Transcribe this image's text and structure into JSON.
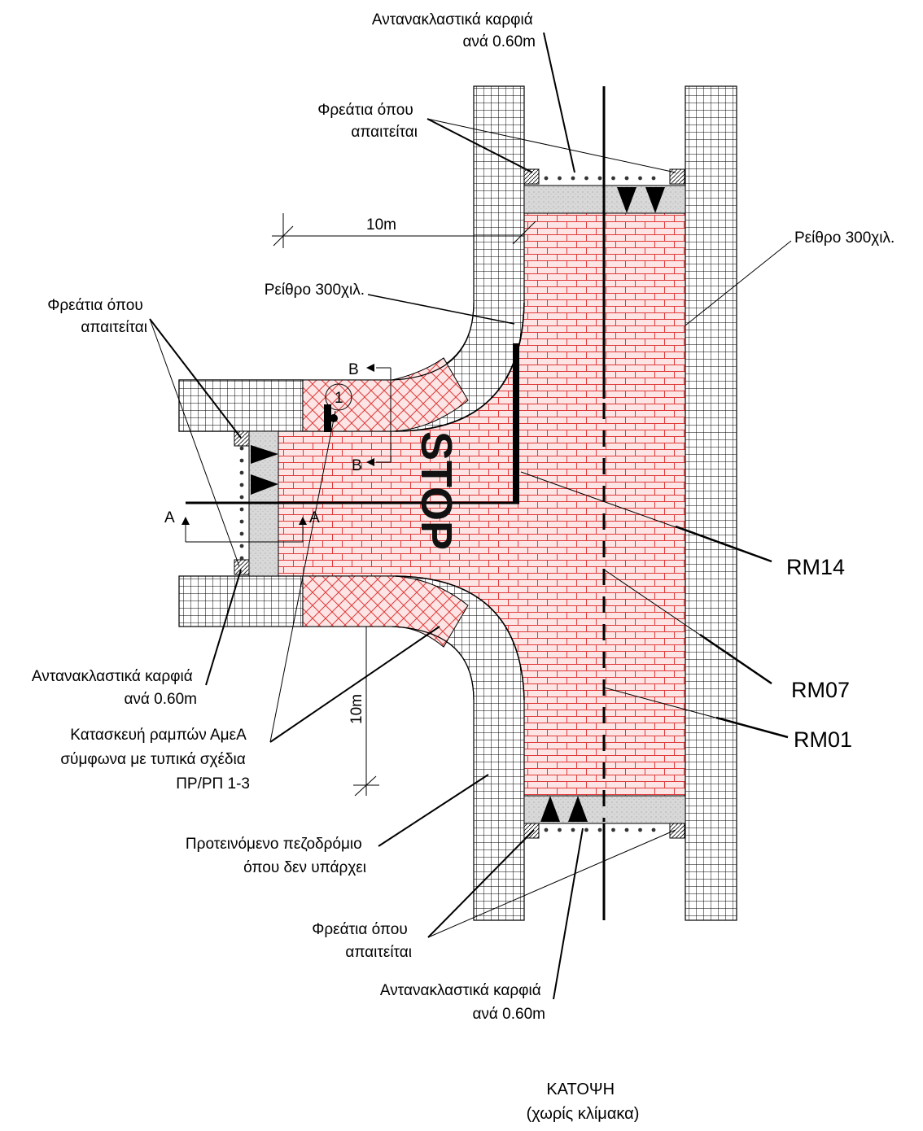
{
  "labels": {
    "reflective_studs_top": [
      "Αντανακλαστικά καρφιά",
      "ανά 0.60m"
    ],
    "manholes_top": [
      "Φρεάτια όπου",
      "απαιτείται"
    ],
    "dim_top": "10m",
    "gutter_right": "Ρείθρο 300χιλ.",
    "gutter_center": "Ρείθρο 300χιλ.",
    "manholes_left": [
      "Φρεάτια όπου",
      "απαιτείται"
    ],
    "section_b": "B",
    "section_a": "A",
    "detail_ref": "1",
    "stop": "STOP",
    "rm14": "RM14",
    "rm07": "RM07",
    "rm01": "RM01",
    "reflective_studs_left": [
      "Αντανακλαστικά καρφιά",
      "ανά 0.60m"
    ],
    "ramps": [
      "Κατασκευή ραμπών ΑμεΑ",
      "σύμφωνα με τυπικά σχέδια",
      "ΠΡ/ΡΠ 1-3"
    ],
    "dim_side": "10m",
    "sidewalk": [
      "Προτεινόμενο πεζοδρόμιο",
      "όπου δεν υπάρχει"
    ],
    "manholes_bottom": [
      "Φρεάτια όπου",
      "απαιτείται"
    ],
    "reflective_studs_bottom": [
      "Αντανακλαστικά καρφιά",
      "ανά 0.60m"
    ],
    "title": [
      "ΚΑΤΟΨΗ",
      "(χωρίς κλίμακα)"
    ]
  },
  "colors": {
    "brick": "#e03a3a",
    "brick_fill": "#fde5e5",
    "sidewalk_grid": "#000000",
    "gutter_fill": "#d8d8d8"
  }
}
